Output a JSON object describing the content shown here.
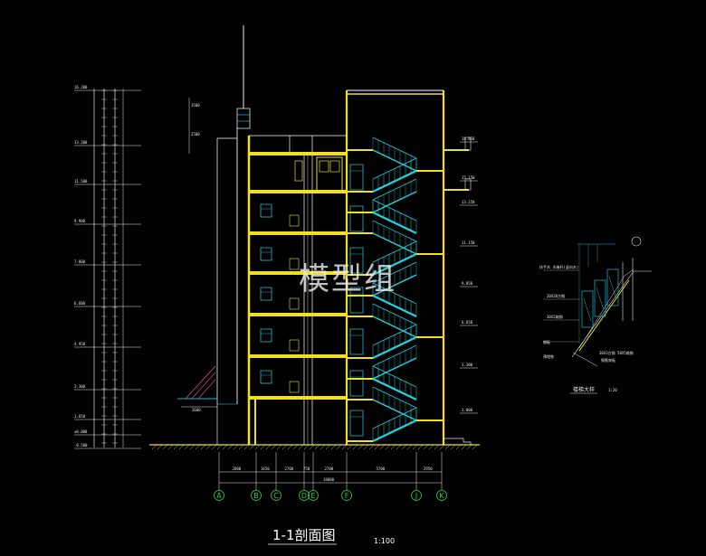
{
  "drawing": {
    "title": "1-1剖面图",
    "scale": "1:100",
    "watermark": "模型组",
    "colors": {
      "background": "#000000",
      "slab": "#f0e020",
      "wall": "#ffffff",
      "stair": "#22d3e0",
      "grid_axis": "#2fd24a",
      "dimension": "#e8e8e8",
      "detail_cyan": "#22b8cc"
    }
  },
  "grid_axes": [
    "A",
    "B",
    "C",
    "D",
    "E",
    "F",
    "J",
    "K"
  ],
  "elevations": [
    "16.200",
    "13.200",
    "11.500",
    "9.900",
    "7.800",
    "6.600",
    "4.950",
    "3.300",
    "1.650",
    "±0.000",
    "-0.500"
  ],
  "right_levels": [
    "18.850",
    "15.150",
    "13.150",
    "11.150",
    "9.050",
    "6.650",
    "3.300",
    "1.000"
  ],
  "bottom_dims": {
    "segments": [
      "2800",
      "1650",
      "2700",
      "750",
      "2700",
      "5700",
      "2950"
    ],
    "total": "18000"
  },
  "detail": {
    "title": "楼梯大样",
    "scale": "1:20",
    "labels": [
      "扶手木 木梯杆(竖向木)",
      "20X20方钢",
      "30X2扁钢",
      "钢板",
      "预埋铁",
      "30X3方钢 50X5扁钢",
      "钢筋穿板"
    ]
  }
}
